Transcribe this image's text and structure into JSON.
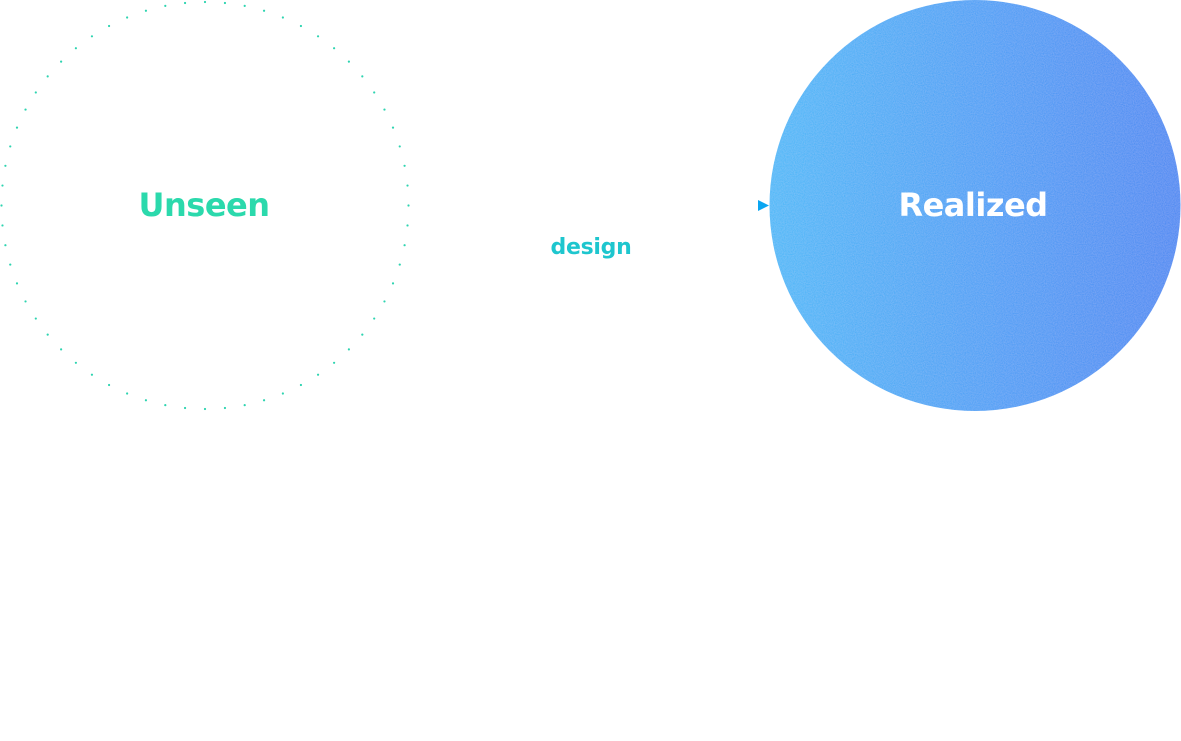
{
  "diagram": {
    "nodes": [
      {
        "id": "unseen",
        "label": "Unseen",
        "style": "dotted-outline"
      },
      {
        "id": "realized",
        "label": "Realized",
        "style": "filled-gradient"
      }
    ],
    "edges": [
      {
        "from": "unseen",
        "to": "realized",
        "label": "design"
      }
    ]
  },
  "colors": {
    "unseen_text": "#2BD9AC",
    "unseen_dots": "#2DD4B0",
    "edge_start": "#2BDDB0",
    "edge_end": "#0AA6F2",
    "edge_label": "#1EC6CE",
    "realized_fill_start": "#3CB6F8",
    "realized_fill_end": "#3E84F2",
    "realized_text": "#FFFFFF"
  }
}
